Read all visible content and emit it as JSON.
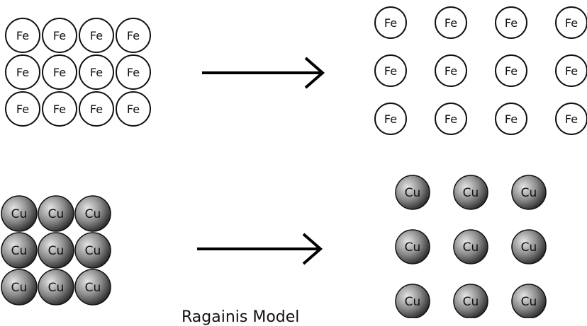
{
  "diagram": {
    "rows": [
      {
        "id": "iron",
        "element": "Fe",
        "fill": "#ffffff",
        "stroke": "#111111",
        "text_color": "#111111",
        "packed_lattice": {
          "rows": 3,
          "cols": 4
        },
        "spread_lattice": {
          "rows": 3,
          "cols": 4
        }
      },
      {
        "id": "copper",
        "element": "Cu",
        "fill": "#8a8a8a",
        "fill_light": "#e6e6e6",
        "fill_dark": "#2a2a2a",
        "stroke": "#111111",
        "text_color": "#111111",
        "packed_lattice": {
          "rows": 3,
          "cols": 3
        },
        "spread_lattice": {
          "rows": 3,
          "cols": 3
        }
      }
    ],
    "arrow_icon": "right-arrow-icon"
  },
  "caption": "Ragainis Model"
}
